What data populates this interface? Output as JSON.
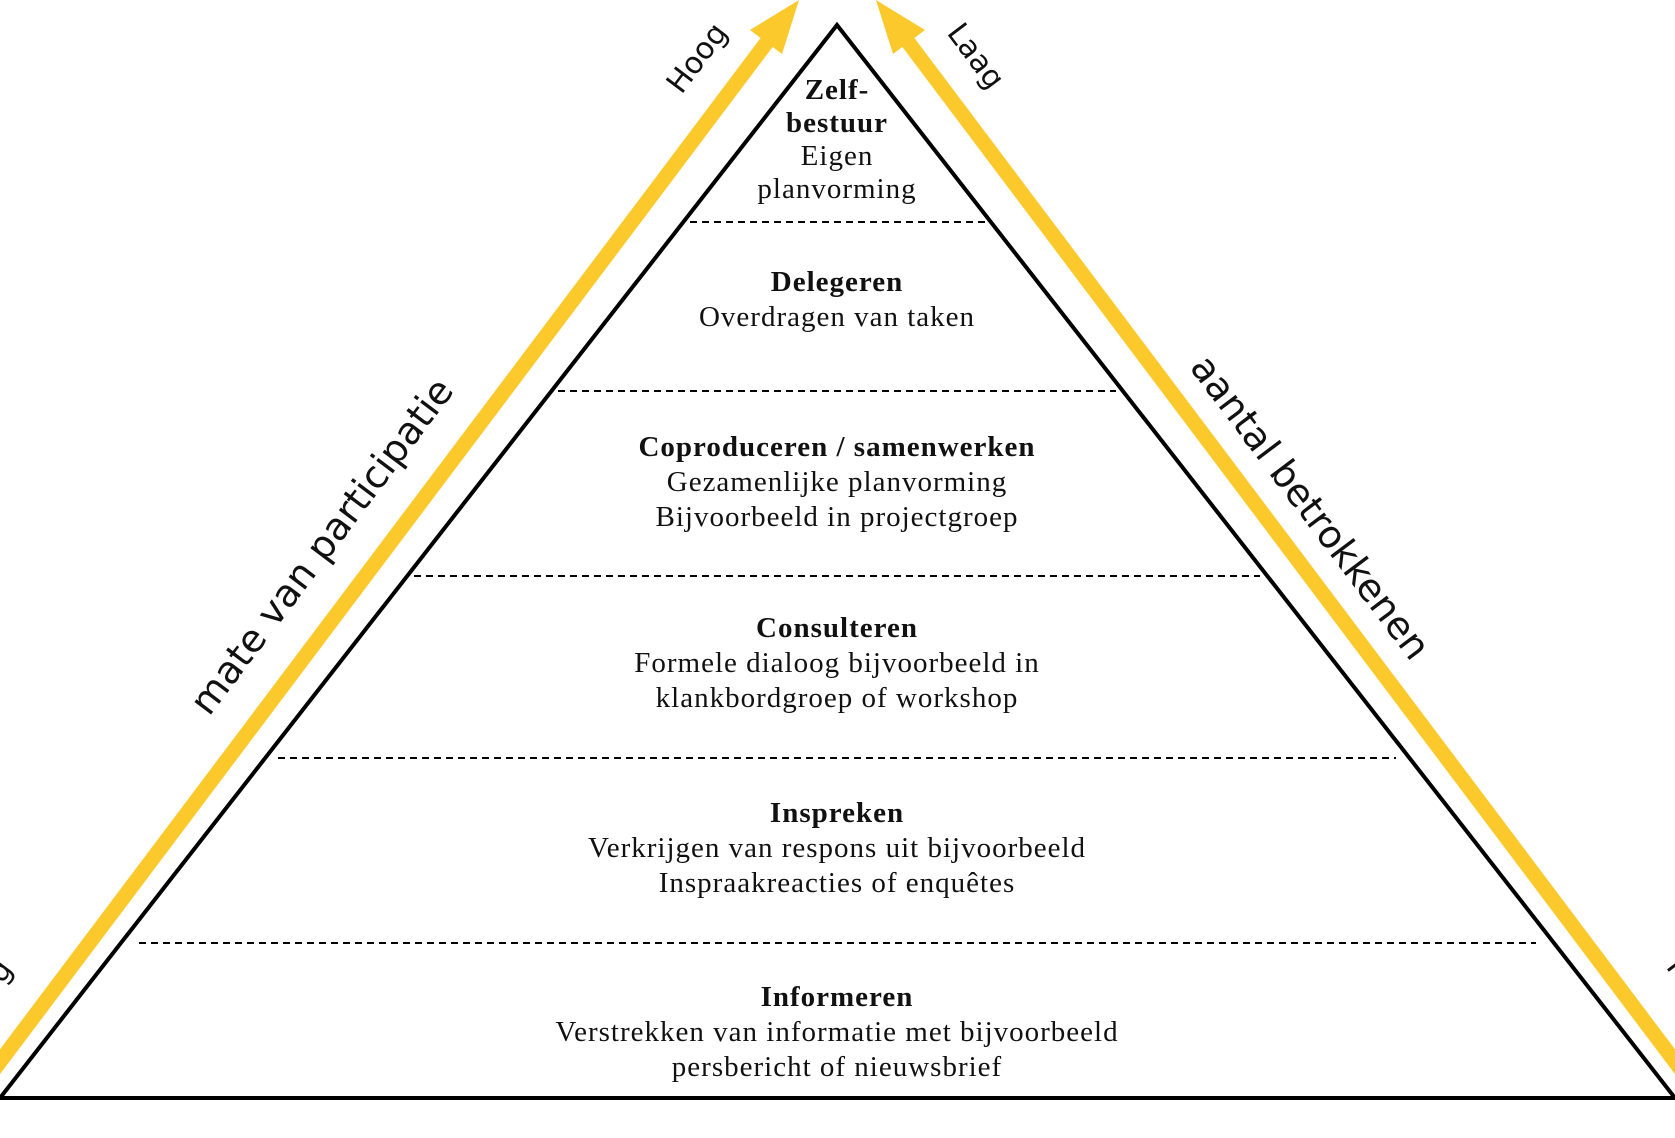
{
  "colors": {
    "arrow": "#fcc92c",
    "outline": "#000000",
    "text": "#111111"
  },
  "axes": {
    "left": {
      "label": "mate van participatie",
      "top_end": "Hoog",
      "bottom_end": "g"
    },
    "right": {
      "label": "aantal betrokkenen",
      "top_end": "Laag",
      "bottom_end": "H"
    }
  },
  "levels": [
    {
      "title": "Zelf-",
      "title2": "bestuur",
      "desc": [
        "Eigen",
        "planvorming"
      ]
    },
    {
      "title": "Delegeren",
      "desc": [
        "Overdragen van taken"
      ]
    },
    {
      "title": "Coproduceren / samenwerken",
      "desc": [
        "Gezamenlijke planvorming",
        "Bijvoorbeeld in projectgroep"
      ]
    },
    {
      "title": "Consulteren",
      "desc": [
        "Formele dialoog bijvoorbeeld in",
        "klankbordgroep of workshop"
      ]
    },
    {
      "title": "Inspreken",
      "desc": [
        "Verkrijgen van respons uit bijvoorbeeld",
        "Inspraakreacties of enquêtes"
      ]
    },
    {
      "title": "Informeren",
      "desc": [
        "Verstrekken van informatie met bijvoorbeeld",
        "persbericht of nieuwsbrief"
      ]
    }
  ]
}
